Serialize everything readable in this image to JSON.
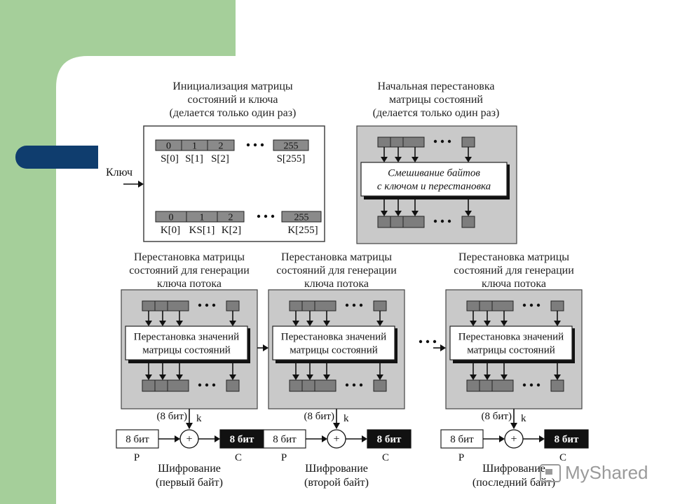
{
  "slide": {
    "accent_green": "#a5cf9a",
    "accent_navy": "#0f3d6e"
  },
  "init_block": {
    "caption": "Инициализация матрицы\nсостояний  и ключа\n(делается только один раз)",
    "s_cells": [
      "0",
      "1",
      "2",
      "255"
    ],
    "s_labels": [
      "S[0]",
      "S[1]",
      "S[2]",
      "S[255]"
    ],
    "k_cells": [
      "0",
      "1",
      "2",
      "255"
    ],
    "k_labels": [
      "K[0]",
      "KS[1]",
      "K[2]",
      "K[255]"
    ],
    "dots": "• • •",
    "key_label": "Ключ"
  },
  "perm_block": {
    "caption": "Начальная перестановка\nматрицы состояний\n(делается только один раз)",
    "box_text": "Смешивание байтов\nс ключом и перестановка"
  },
  "stream_blocks": {
    "caption": "Перестановка матрицы\nсостояний для генерации\nключа потока",
    "box_text": "Перестановка значений\nматрицы состояний"
  },
  "encryption": {
    "bits_label": "(8 бит)",
    "k_label": "k",
    "p_box": "8 бит",
    "c_box": "8 бит",
    "plus": "+",
    "p_label": "P",
    "c_label": "C",
    "title": "Шифрование",
    "stages": [
      "(первый байт)",
      "(второй байт)",
      "(последний байт)"
    ]
  },
  "watermark": {
    "text": "MyShared",
    "icon": "myshared-logo-icon"
  }
}
